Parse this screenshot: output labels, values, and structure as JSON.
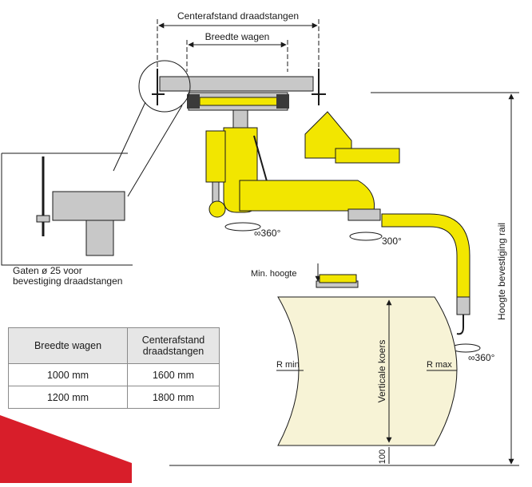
{
  "labels": {
    "center_distance": "Centerafstand draadstangen",
    "trolley_width": "Breedte wagen",
    "rotation_lower": "∞360°",
    "rotation_arm": "300°",
    "rotation_hook": "∞360°",
    "min_height": "Min. hoogte",
    "rail_height": "Hoogte bevestiging  rail",
    "vertical_course": "Verticale koers",
    "r_min": "R min",
    "r_max": "R max",
    "clearance": "100",
    "holes_line1": "Gaten ø 25 voor",
    "holes_line2": "bevestiging draadstangen"
  },
  "table": {
    "headers": [
      "Breedte wagen",
      "Centerafstand draadstangen"
    ],
    "rows": [
      [
        "1000 mm",
        "1600 mm"
      ],
      [
        "1200 mm",
        "1800 mm"
      ]
    ]
  },
  "colors": {
    "yellow": "#f2e600",
    "cream": "#f7f3d6",
    "grey": "#c8c8c8",
    "red": "#d81e2a"
  }
}
